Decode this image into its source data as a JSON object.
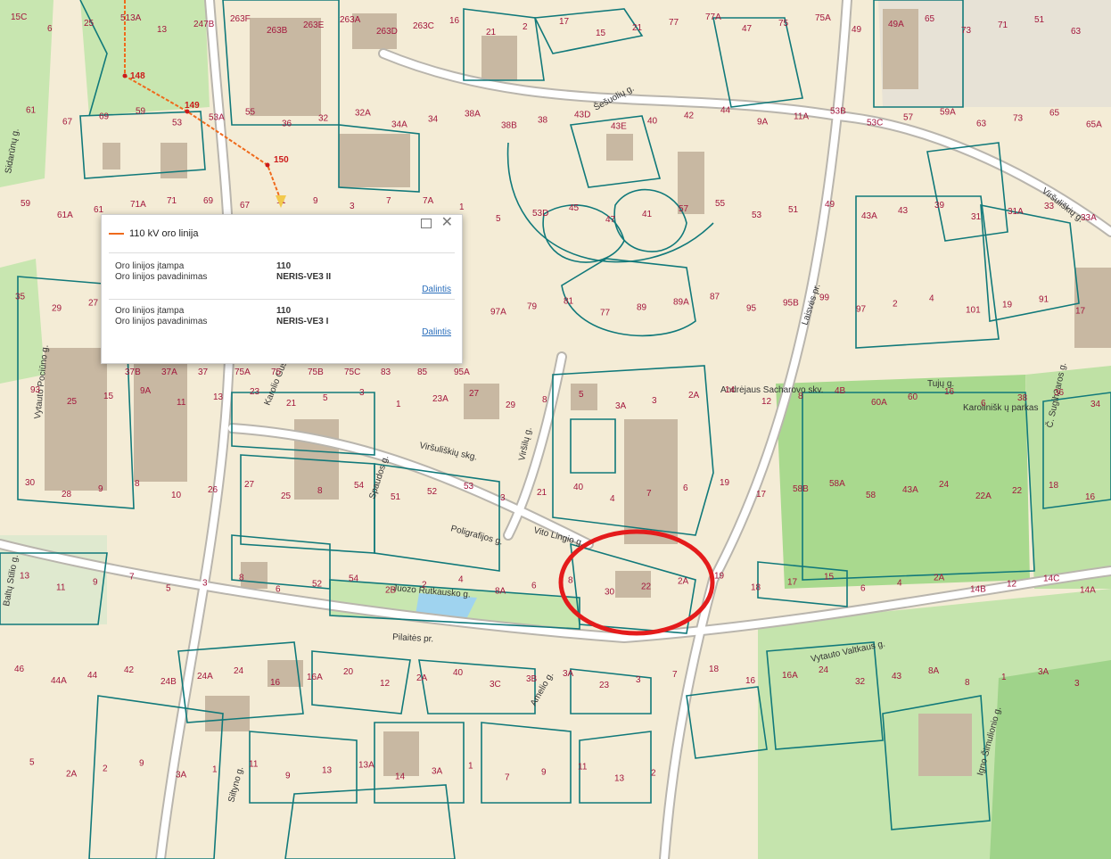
{
  "colors": {
    "land": "#f4ecd6",
    "green": "#c8e6b0",
    "greenpark": "#a9d98e",
    "parcel": "#11797a",
    "building": "#c8b8a2",
    "road": "#ffffff",
    "roadEdge": "#b9b5ad",
    "powerline": "#ef6a1c",
    "highlight": "#e41b1b",
    "water": "#9fd3ef"
  },
  "popup": {
    "title": "110 kV oro linija",
    "share_label": "Dalintis",
    "records": [
      {
        "voltage_label": "Oro linijos įtampa",
        "voltage": "110",
        "name_label": "Oro linijos pavadinimas",
        "name": "NERIS-VE3 II"
      },
      {
        "voltage_label": "Oro linijos įtampa",
        "voltage": "110",
        "name_label": "Oro linijos pavadinimas",
        "name": "NERIS-VE3 I"
      }
    ],
    "maximize_icon": "square-icon",
    "close_icon": "close-icon"
  },
  "poles": [
    "148",
    "149",
    "150"
  ],
  "streets": [
    "Šešuolių g.",
    "Viršuliškių g.",
    "Laisvės pr.",
    "Tujų g.",
    "Č. Sugih2aros g.",
    "Viršuliškių skg.",
    "Viršilų g.",
    "Spaudos g.",
    "Poligrafijos g.",
    "Vito Lingio g.",
    "Juozo Rutkausko g.",
    "Pilaitės pr.",
    "Vytauto Valtkaus g.",
    "Igno Šimulionio g.",
    "Vytauto Pociūno g.",
    "Siltyno g.",
    "Baltų Stilio g.",
    "Sidarūnų g.",
    "Karolio Gus...",
    "Amelio g.",
    "Andrėjaus Sacharovo skv.",
    "Karolinišk ų parkas"
  ],
  "numbers": [
    "15C",
    "6",
    "25",
    "513A",
    "13",
    "247B",
    "263F",
    "263B",
    "263E",
    "263A",
    "263D",
    "263C",
    "16",
    "21",
    "2",
    "17",
    "15",
    "21",
    "77",
    "77A",
    "47",
    "75",
    "75A",
    "49",
    "49A",
    "65",
    "73",
    "71",
    "51",
    "63",
    "61",
    "67",
    "69",
    "59",
    "53",
    "53A",
    "55",
    "36",
    "32",
    "32A",
    "34A",
    "34",
    "38A",
    "38B",
    "38",
    "43D",
    "43E",
    "40",
    "42",
    "44",
    "9A",
    "11A",
    "53B",
    "53C",
    "57",
    "59A",
    "63",
    "73",
    "65",
    "65A",
    "59",
    "61A",
    "61",
    "71A",
    "71",
    "69",
    "67",
    "11",
    "9",
    "3",
    "7",
    "7A",
    "1",
    "5",
    "53D",
    "45",
    "47",
    "41",
    "57",
    "55",
    "53",
    "51",
    "49",
    "43A",
    "43",
    "39",
    "31",
    "31A",
    "33",
    "33A",
    "35",
    "29",
    "27",
    "37B",
    "37A",
    "37",
    "75A",
    "75",
    "75B",
    "75C",
    "83",
    "85",
    "95A",
    "97A",
    "79",
    "81",
    "77",
    "89",
    "89A",
    "87",
    "95",
    "95B",
    "99",
    "97",
    "2",
    "4",
    "101",
    "19",
    "91",
    "17",
    "93",
    "25",
    "15",
    "9A",
    "11",
    "13",
    "23",
    "21",
    "5",
    "3",
    "1",
    "23A",
    "27",
    "29",
    "8",
    "5",
    "3A",
    "3",
    "2A",
    "14",
    "12",
    "8",
    "4B",
    "60A",
    "60",
    "16",
    "6",
    "38",
    "36",
    "34",
    "30",
    "28",
    "9",
    "8",
    "10",
    "26",
    "27",
    "25",
    "8",
    "54",
    "51",
    "52",
    "53",
    "3",
    "21",
    "40",
    "4",
    "7",
    "6",
    "19",
    "17",
    "58B",
    "58A",
    "58",
    "43A",
    "24",
    "22A",
    "22",
    "18",
    "16",
    "13",
    "11",
    "9",
    "7",
    "5",
    "3",
    "8",
    "6",
    "52",
    "54",
    "2B",
    "2",
    "4",
    "8A",
    "6",
    "8",
    "30",
    "22",
    "2A",
    "19",
    "18",
    "17",
    "15",
    "6",
    "4",
    "2A",
    "14B",
    "12",
    "14C",
    "14A",
    "46",
    "44A",
    "44",
    "42",
    "24B",
    "24A",
    "24",
    "16",
    "16A",
    "20",
    "12",
    "2A",
    "40",
    "3C",
    "3B",
    "3A",
    "23",
    "3",
    "7",
    "18",
    "16",
    "16A",
    "24",
    "32",
    "43",
    "8A",
    "8",
    "1",
    "3A",
    "3",
    "5",
    "2A",
    "2",
    "9",
    "3A",
    "1",
    "11",
    "9",
    "13",
    "13A",
    "14",
    "3A",
    "1",
    "7",
    "9",
    "11",
    "13",
    "2"
  ]
}
